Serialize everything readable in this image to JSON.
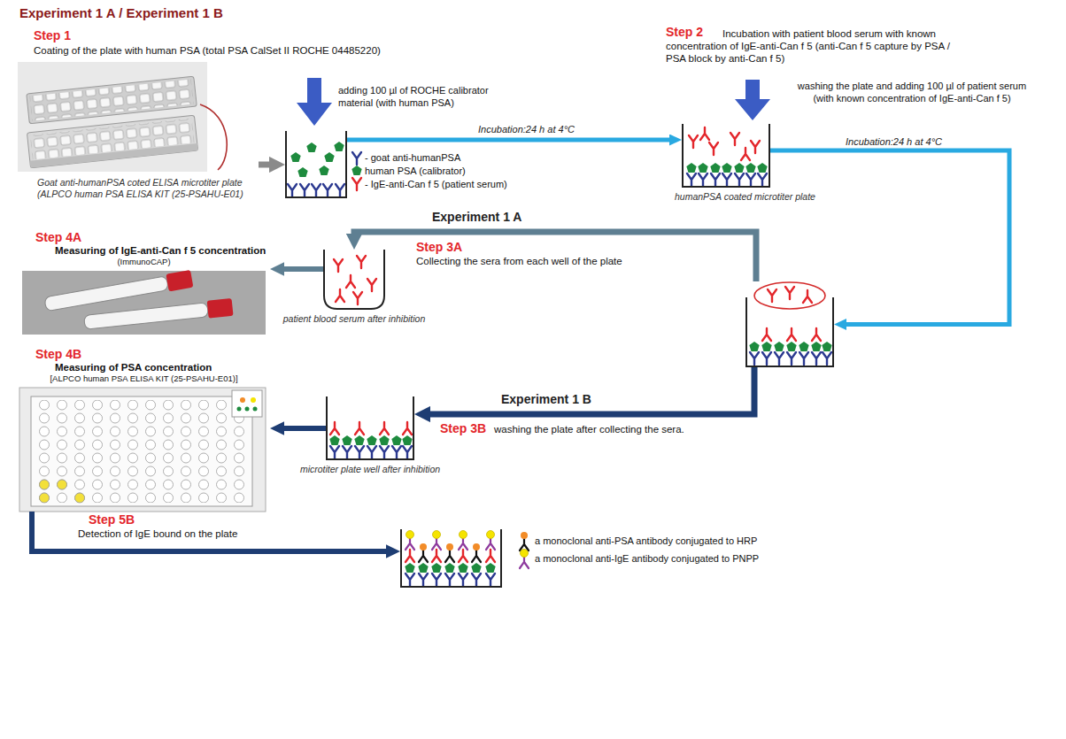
{
  "diagram": {
    "title": "Experiment 1 A / Experiment 1 B",
    "nodes": [
      {
        "text": [
          "Goat anti-humanPSA coted ELISA microtiter plate (ALPCO human PSA ELISA KIT (25-PSAHU-E01)"
        ]
      },
      {
        "text": [
          "adding 100 µl of ROCHE calibrator material (with human PSA)"
        ]
      },
      {
        "text": [
          "washing the plate and adding 100 µl of patient serum (with known concentration of IgE-anti-Can f 5)",
          "humanPSA coated microtiter plate"
        ]
      },
      {
        "text": []
      },
      {
        "text": [
          "patient blood serum after inhibition"
        ]
      },
      {
        "text": [
          "Step 4A",
          "Measuring of IgE-anti-Can f 5 concentration",
          "(ImmunoCAP)"
        ]
      },
      {
        "text": [
          "microtiter plate well after inhibition"
        ]
      },
      {
        "text": [
          "Step 4B",
          "Measuring of PSA concentration",
          "[ALPCO human PSA ELISA KIT (25-PSAHU-E01)]"
        ]
      },
      {
        "text": []
      }
    ],
    "edges": [
      {
        "from": 0,
        "to": 1,
        "arrow": "to"
      },
      {
        "from": 1,
        "to": 2,
        "label": "Incubation:24 h at 4°C",
        "arrow": "to"
      },
      {
        "from": 2,
        "to": 3,
        "label": "Incubation:24 h at 4°C",
        "arrow": "to"
      },
      {
        "from": 3,
        "to": 4,
        "label": "Experiment 1 A",
        "arrow": "to"
      },
      {
        "from": 4,
        "to": 5,
        "arrow": "to"
      },
      {
        "from": 3,
        "to": 6,
        "label": "Experiment 1 B",
        "arrow": "to"
      },
      {
        "from": 6,
        "to": 7,
        "arrow": "to"
      },
      {
        "from": 7,
        "to": 8,
        "arrow": "to"
      }
    ],
    "labels": [
      "Step 1",
      "Coating of the plate with human PSA (total PSA CalSet II ROCHE 04485220)",
      "Step 2",
      "Incubation with patient blood serum with known concentration of IgE-anti-Can f 5 (anti-Can f 5 capture by PSA / PSA block by anti-Can f 5)",
      "Step 3A",
      "Collecting the sera from each well of the plate",
      "Step 3B",
      "washing the plate after collecting the sera.",
      "Step 5B",
      "Detection of IgE bound on the plate"
    ],
    "legend": [
      {
        "text": "- goat anti-humanPSA"
      },
      {
        "text": "human PSA (calibrator)"
      },
      {
        "text": "- IgE-anti-Can f 5 (patient serum)"
      },
      {
        "text": "a monoclonal anti-PSA antibody conjugated to HRP"
      },
      {
        "text": "a monoclonal anti-IgE antibody conjugated to PNPP"
      }
    ]
  }
}
